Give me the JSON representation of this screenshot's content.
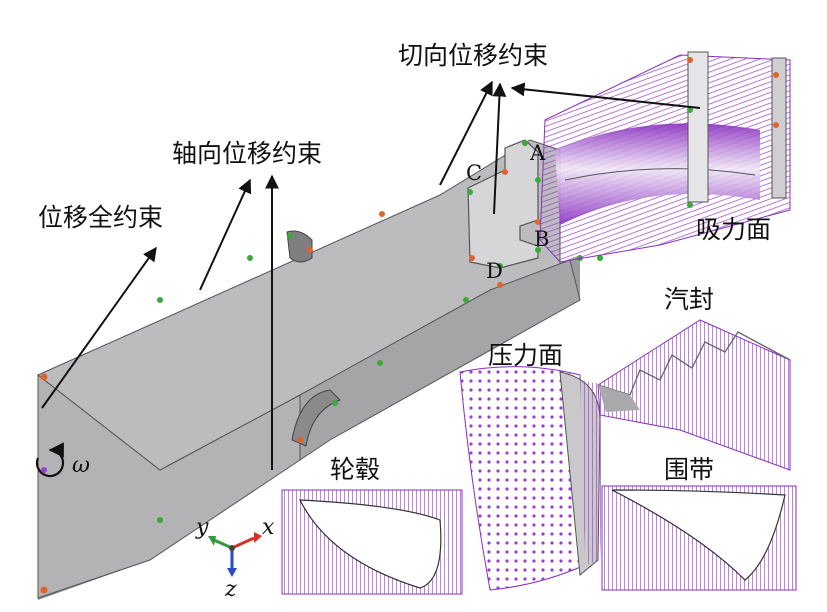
{
  "labels": {
    "full_constraint": "位移全约束",
    "axial_constraint": "轴向位移约束",
    "tangential_constraint": "切向位移约束",
    "suction_face": "吸力面",
    "pressure_face": "压力面",
    "seal": "汽封",
    "shroud": "围带",
    "hub": "轮毂"
  },
  "points": {
    "a": "A",
    "b": "B",
    "c": "C",
    "d": "D"
  },
  "axes": {
    "x": "x",
    "y": "y",
    "z": "z",
    "omega": "ω"
  },
  "colors": {
    "model_face": "#a9a9ab",
    "model_top": "#bdbdbf",
    "model_side": "#8f8f92",
    "load": "#9b3fd0",
    "node_green": "#3aa83a",
    "node_orange": "#e0632a",
    "arrow": "#111111"
  }
}
